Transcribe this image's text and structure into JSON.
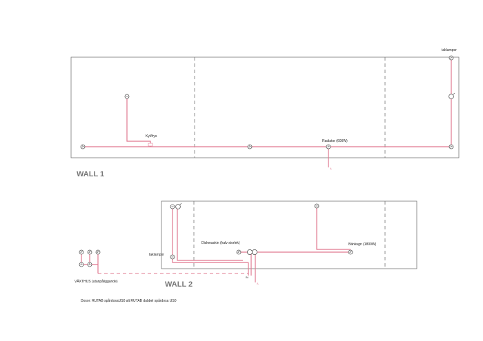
{
  "wall1": {
    "title": "WALL 1",
    "labels": {
      "kyl": "Kyl/frys",
      "radiator": "Radiator (600W)",
      "taklampor": "taklampor",
      "feed_mark": "A"
    }
  },
  "wall2": {
    "title": "WALL 2",
    "labels": {
      "diskmaskin": "Diskmaskin (halv storlek)",
      "bankugn": "Bänkugn (1800W)",
      "taklampor": "taklampor",
      "vaxthus": "VÄXTHUS (utanpåliggande)",
      "feed_mark": "A",
      "junction_mark": "Bt"
    }
  },
  "note": "Dosor: RUTAB spårdosaUS0 alt RUTAB dubbel spårdosa US0",
  "colors": {
    "wire": "#e0788f",
    "outline": "#777777"
  }
}
